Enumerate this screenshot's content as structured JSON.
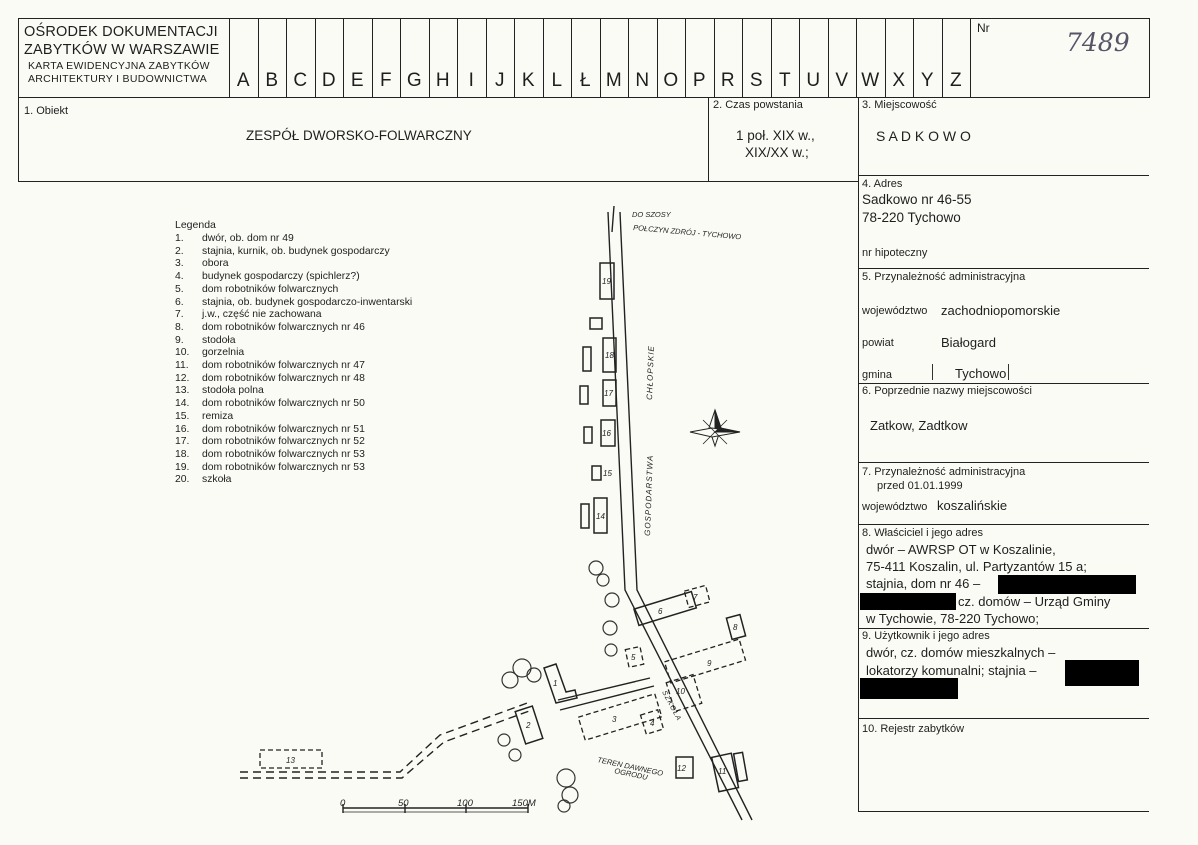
{
  "header": {
    "institution_line1": "OŚRODEK DOKUMENTACJI",
    "institution_line2": "ZABYTKÓW W WARSZAWIE",
    "card_line1": "KARTA EWIDENCYJNA ZABYTKÓW",
    "card_line2": "ARCHITEKTURY I BUDOWNICTWA",
    "letters": [
      "A",
      "B",
      "C",
      "D",
      "E",
      "F",
      "G",
      "H",
      "I",
      "J",
      "K",
      "L",
      "Ł",
      "M",
      "N",
      "O",
      "P",
      "R",
      "S",
      "T",
      "U",
      "V",
      "W",
      "X",
      "Y",
      "Z"
    ],
    "nr_label": "Nr",
    "nr_value": "7489"
  },
  "obiekt": {
    "label": "1. Obiekt",
    "value": "ZESPÓŁ DWORSKO-FOLWARCZNY"
  },
  "czas": {
    "label": "2. Czas powstania",
    "value1": "1 poł. XIX w.,",
    "value2": "XIX/XX w.;"
  },
  "miejscowosc": {
    "label": "3. Miejscowość",
    "value": "S A D K O W O"
  },
  "adres": {
    "label": "4. Adres",
    "line1": "Sadkowo nr 46-55",
    "line2": "78-220 Tychowo",
    "hipoteczny": "nr hipoteczny"
  },
  "przynaleznosc": {
    "label": "5. Przynależność administracyjna",
    "woj_label": "województwo",
    "woj_value": "zachodniopomorskie",
    "powiat_label": "powiat",
    "powiat_value": "Białogard",
    "gmina_label": "gmina",
    "gmina_value": "Tychowo"
  },
  "poprzednie": {
    "label": "6. Poprzednie nazwy miejscowości",
    "value": "Zatkow, Zadtkow"
  },
  "przynaleznosc_przed": {
    "label": "7. Przynależność administracyjna",
    "label2": "przed 01.01.1999",
    "woj_label": "województwo",
    "woj_value": "koszalińskie"
  },
  "wlasciciel": {
    "label": "8. Właściciel i jego adres",
    "line1": "dwór – AWRSP OT w Koszalinie,",
    "line2": "75-411 Koszalin, ul. Partyzantów 15 a;",
    "line3": "stajnia, dom nr 46 –",
    "line4": "cz. domów – Urząd Gminy",
    "line5": "w Tychowie, 78-220 Tychowo;"
  },
  "uzytkownik": {
    "label": "9. Użytkownik i jego adres",
    "line1": "dwór, cz. domów mieszkalnych –",
    "line2": "lokatorzy komunalni; stajnia –"
  },
  "rejestr": {
    "label": "10. Rejestr zabytków"
  },
  "legend": {
    "title": "Legenda",
    "items": [
      {
        "n": "1.",
        "t": "dwór, ob. dom nr 49"
      },
      {
        "n": "2.",
        "t": "stajnia, kurnik, ob. budynek gospodarczy"
      },
      {
        "n": "3.",
        "t": "obora"
      },
      {
        "n": "4.",
        "t": "budynek gospodarczy (spichlerz?)"
      },
      {
        "n": "5.",
        "t": "dom robotników folwarcznych"
      },
      {
        "n": "6.",
        "t": "stajnia, ob. budynek gospodarczo-inwentarski"
      },
      {
        "n": "7.",
        "t": "j.w., część nie zachowana"
      },
      {
        "n": "8.",
        "t": "dom robotników folwarcznych nr 46"
      },
      {
        "n": "9.",
        "t": "stodoła"
      },
      {
        "n": "10.",
        "t": "gorzelnia"
      },
      {
        "n": "11.",
        "t": "dom robotników folwarcznych nr 47"
      },
      {
        "n": "12.",
        "t": "dom robotników folwarcznych nr 48"
      },
      {
        "n": "13.",
        "t": "stodoła polna"
      },
      {
        "n": "14.",
        "t": "dom robotników folwarcznych nr 50"
      },
      {
        "n": "15.",
        "t": "remiza"
      },
      {
        "n": "16.",
        "t": "dom robotników folwarcznych nr 51"
      },
      {
        "n": "17.",
        "t": "dom robotników folwarcznych nr 52"
      },
      {
        "n": "18.",
        "t": "dom robotników folwarcznych nr 53"
      },
      {
        "n": "19.",
        "t": "dom robotników folwarcznych nr 53"
      },
      {
        "n": "20.",
        "t": "szkoła"
      }
    ]
  },
  "map": {
    "road_label_1": "DO SZOSY",
    "road_label_2": "POŁCZYN ZDRÓJ - TYCHOWO",
    "street_1": "CHŁOPSKIE",
    "street_2": "GOSPODARSTWA",
    "street_3": "SZKOŁA",
    "garden_1": "TEREN DAWNEGO",
    "garden_2": "OGRODU",
    "scale": [
      "0",
      "50",
      "100",
      "150M"
    ],
    "buildings": [
      "1",
      "2",
      "3",
      "4",
      "5",
      "6",
      "7",
      "8",
      "9",
      "10",
      "11",
      "12",
      "13",
      "14",
      "15",
      "16",
      "17",
      "18",
      "19"
    ]
  }
}
